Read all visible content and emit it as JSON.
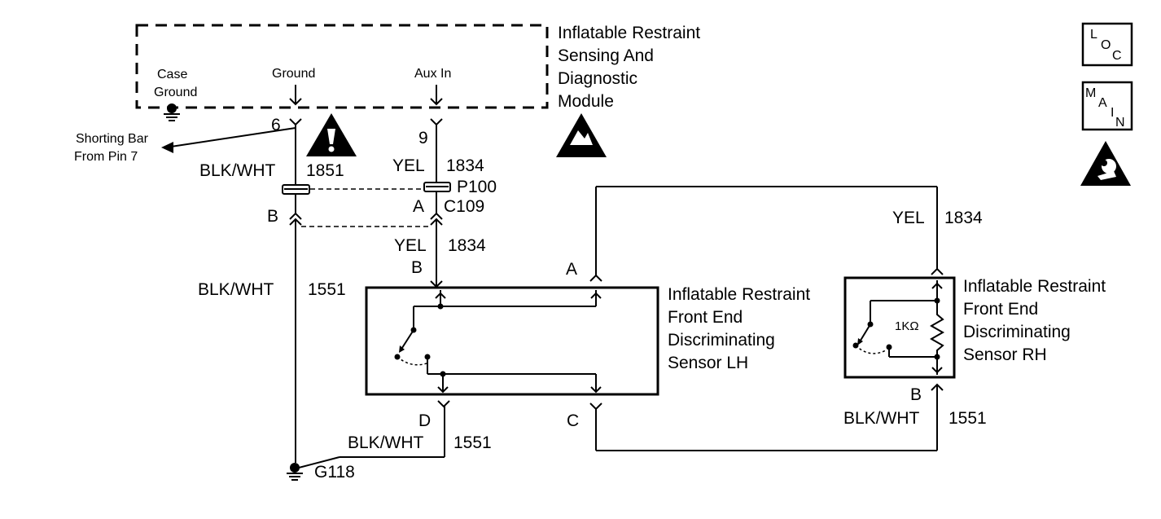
{
  "module": {
    "title_lines": [
      "Inflatable Restraint",
      "Sensing And",
      "Diagnostic",
      "Module"
    ],
    "case_ground_lines": [
      "Case",
      "Ground"
    ],
    "ground_label": "Ground",
    "aux_in_label": "Aux In"
  },
  "shorting_bar_lines": [
    "Shorting Bar",
    "From Pin 7"
  ],
  "left_circuit": {
    "pin": "6",
    "color_upper": "BLK/WHT",
    "circuit_upper": "1851",
    "connector_pin": "B",
    "color_lower": "BLK/WHT",
    "circuit_lower": "1551"
  },
  "mid_circuit": {
    "pin": "9",
    "color_upper": "YEL",
    "circuit_upper": "1834",
    "connector_p": "P100",
    "connector_c": "C109",
    "connector_pin": "A",
    "color_lower": "YEL",
    "circuit_lower": "1834",
    "sensor_pin": "B"
  },
  "lh_sensor": {
    "title_lines": [
      "Inflatable Restraint",
      "Front End",
      "Discriminating",
      "Sensor LH"
    ],
    "pin_a": "A",
    "pin_c": "C",
    "pin_d": "D",
    "color_d": "BLK/WHT",
    "circuit_d": "1551"
  },
  "rh_sensor": {
    "title_lines": [
      "Inflatable Restraint",
      "Front End",
      "Discriminating",
      "Sensor RH"
    ],
    "resistor": "1KΩ",
    "color_top": "YEL",
    "circuit_top": "1834",
    "pin_b": "B",
    "color_bottom": "BLK/WHT",
    "circuit_bottom": "1551"
  },
  "ground": {
    "label": "G118"
  },
  "icons": {
    "loc": [
      "L",
      "O",
      "C"
    ],
    "main": [
      "M",
      "A",
      "I",
      "N"
    ]
  }
}
